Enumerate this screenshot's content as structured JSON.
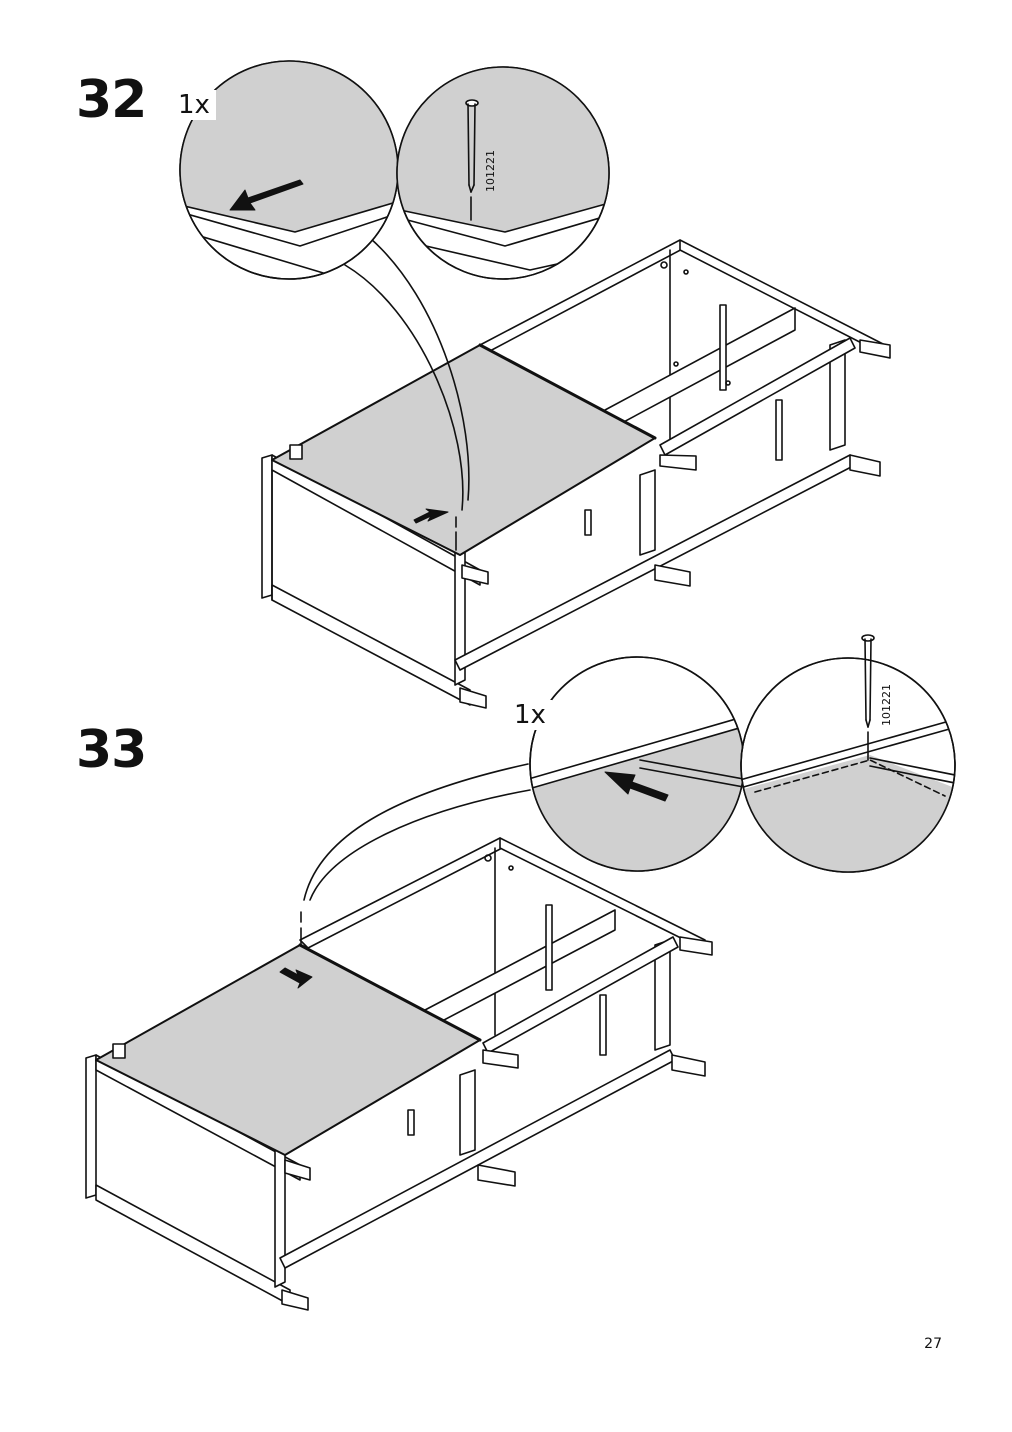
{
  "steps": [
    {
      "number": "32",
      "quantity": "1x",
      "part_number": "101221"
    },
    {
      "number": "33",
      "quantity": "1x",
      "part_number": "101221"
    }
  ],
  "page_number": "27",
  "colors": {
    "panel_fill": "#d0d0d0",
    "line": "#111111",
    "background": "#ffffff"
  },
  "icons": [
    "arrow-icon",
    "nail-icon"
  ]
}
